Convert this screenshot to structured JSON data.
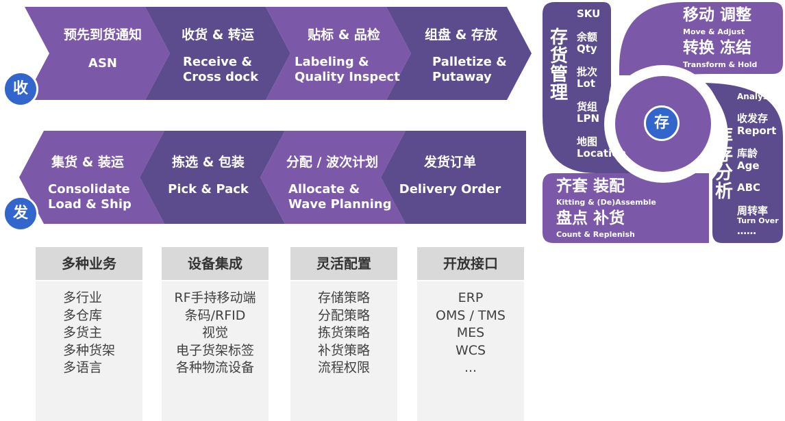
{
  "receive": {
    "badge": "收",
    "steps": [
      {
        "cn": "预先到货通知",
        "en": [
          "ASN"
        ]
      },
      {
        "cn": "收货 & 转运",
        "en": [
          "Receive &",
          "Cross dock"
        ]
      },
      {
        "cn": "贴标 & 品检",
        "en": [
          "Labeling &",
          "Quality Inspect"
        ]
      },
      {
        "cn": "组盘 & 存放",
        "en": [
          "Palletize &",
          "Putaway"
        ]
      }
    ]
  },
  "ship": {
    "badge": "发",
    "steps": [
      {
        "cn": "集货 & 装运",
        "en": [
          "Consolidate",
          "Load & Ship"
        ]
      },
      {
        "cn": "拣选 & 包装",
        "en": [
          "Pick & Pack"
        ]
      },
      {
        "cn": "分配 / 波次计划",
        "en": [
          "Allocate &",
          "Wave Planning"
        ]
      },
      {
        "cn": "发货订单",
        "en": [
          "Delivery Order"
        ]
      }
    ]
  },
  "storage": {
    "badge": "存",
    "inventory_mgmt": {
      "title": "存货管理",
      "items": [
        {
          "cn": "",
          "en": "SKU"
        },
        {
          "cn": "余额",
          "en": "Qty"
        },
        {
          "cn": "批次",
          "en": "Lot"
        },
        {
          "cn": "货组",
          "en": "LPN"
        },
        {
          "cn": "地图",
          "en": "Location"
        }
      ]
    },
    "move": {
      "cn1": "移动 调整",
      "en1": "Move & Adjust",
      "cn2": "转换 冻结",
      "en2": "Transform & Hold"
    },
    "kitting": {
      "cn1": "齐套 装配",
      "en1": "Kitting & (De)Assemble",
      "cn2": "盘点 补货",
      "en2": "Count & Replenish"
    },
    "analysis": {
      "title": "库存分析",
      "header": "Analysis",
      "items": [
        {
          "cn": "收发存",
          "en": "Report"
        },
        {
          "cn": "库龄",
          "en": "Age"
        },
        {
          "cn": "",
          "en": "ABC"
        },
        {
          "cn": "周转率",
          "en": "Turn Over"
        }
      ],
      "more": "……"
    }
  },
  "panels": [
    {
      "title": "多种业务",
      "items": [
        "多行业",
        "多仓库",
        "多货主",
        "多种货架",
        "多语言"
      ]
    },
    {
      "title": "设备集成",
      "items": [
        "RF手持移动端",
        "条码/RFID",
        "视觉",
        "电子货架标签",
        "各种物流设备"
      ]
    },
    {
      "title": "灵活配置",
      "items": [
        "存储策略",
        "分配策略",
        "拣货策略",
        "补货策略",
        "流程权限"
      ]
    },
    {
      "title": "开放接口",
      "items": [
        "ERP",
        "OMS / TMS",
        "MES",
        "WCS",
        "..."
      ]
    }
  ],
  "colors": {
    "purple_light": "#7b58a8",
    "purple_dark": "#5c4c8e",
    "badge_blue": "#3366cc",
    "panel_head": "#d9d9d9",
    "panel_body": "#f2f2f2"
  }
}
